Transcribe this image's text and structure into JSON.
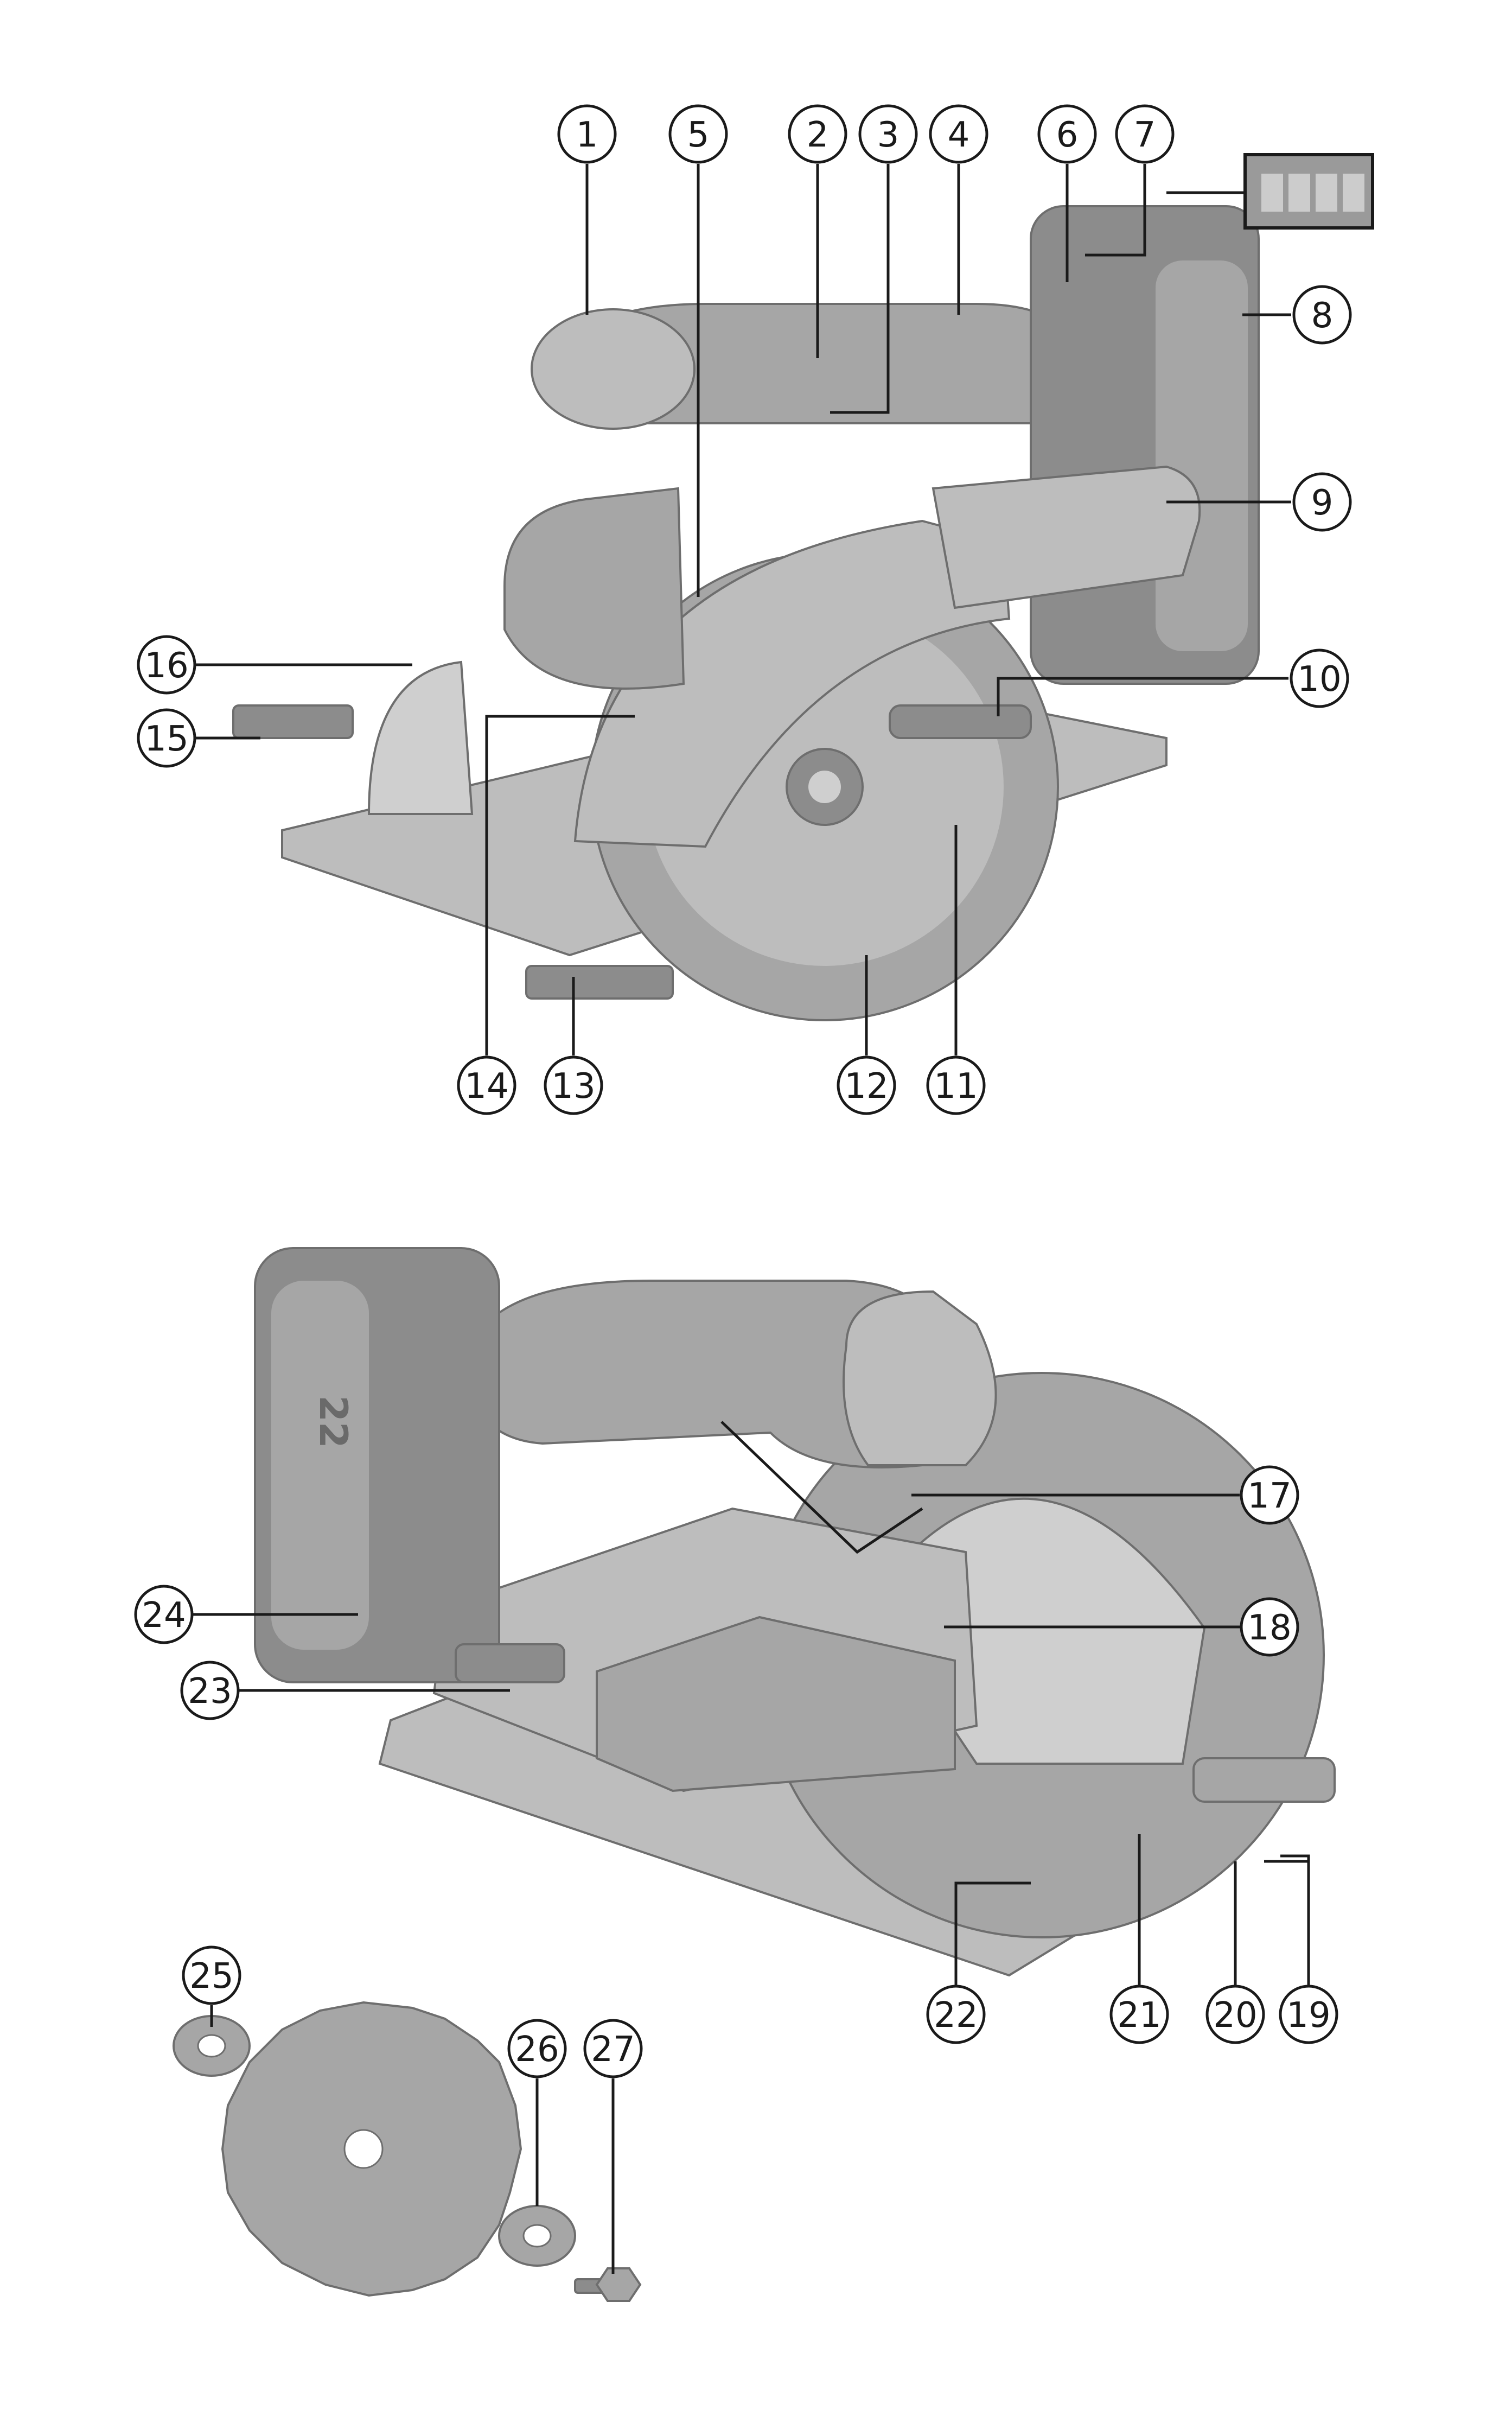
{
  "callouts": [
    "1",
    "2",
    "3",
    "4",
    "5",
    "6",
    "7",
    "8",
    "9",
    "10",
    "11",
    "12",
    "13",
    "14",
    "15",
    "16",
    "17",
    "18",
    "19",
    "20",
    "21",
    "22",
    "23",
    "24",
    "25",
    "26",
    "27"
  ],
  "battery_marking": "22",
  "colors": {
    "line": "#1a1a1a",
    "tool_gray": "#a6a6a6",
    "background": "#ffffff"
  }
}
